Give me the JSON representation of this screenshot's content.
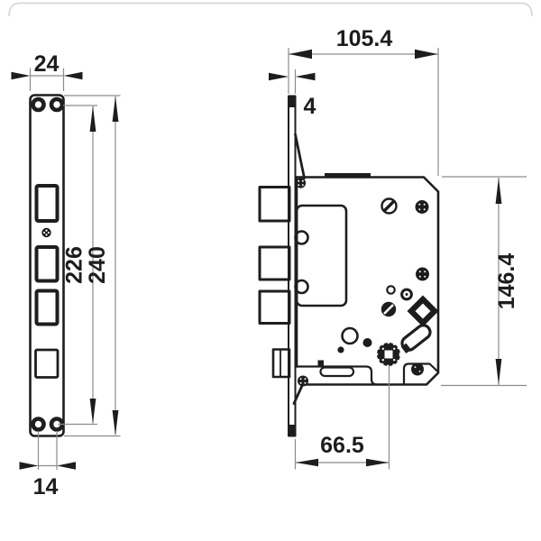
{
  "drawing": {
    "title": "mortise-lock-technical-drawing",
    "line_color": "#1e1e1e",
    "dim_line_color": "#8c8c8c",
    "front_view": {
      "plate_width": "24",
      "screw_spacing": "14",
      "screw_hole_span": "226",
      "plate_height": "240"
    },
    "side_view": {
      "total_depth": "105.4",
      "faceplate_thickness": "4",
      "case_height": "146.4",
      "backset": "66.5"
    }
  }
}
